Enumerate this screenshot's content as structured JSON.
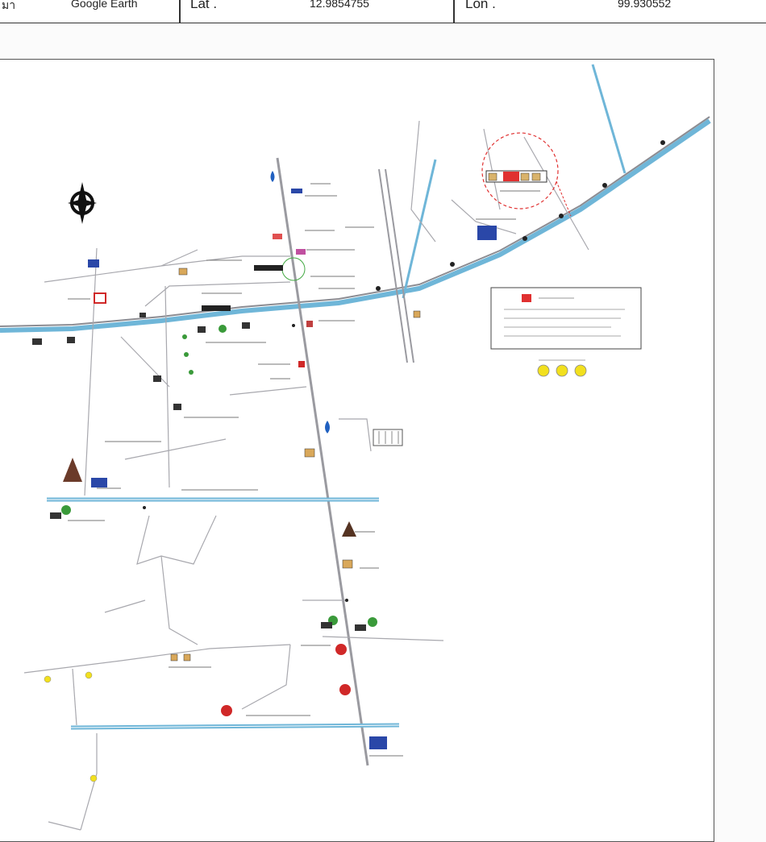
{
  "header": {
    "source_label": "มา",
    "source_value": "Google Earth",
    "lat_label": "Lat .",
    "lat_value": "12.9854755",
    "lon_label": "Lon .",
    "lon_value": "99.930552"
  },
  "colors": {
    "river": "#6fb6d8",
    "road": "#9a9aa0",
    "site": "#e03030",
    "marker_yellow": "#f2e01e"
  },
  "legend": {
    "site_symbol": "red-square-icon",
    "marker_symbol": "yellow-circle-icon"
  },
  "icons": {
    "north_arrow": "north-arrow-icon",
    "gas_station": "gas-station-icon",
    "temple": "temple-icon",
    "school": "school-icon",
    "house": "house-icon",
    "tree": "tree-icon",
    "hospital": "hospital-icon"
  }
}
